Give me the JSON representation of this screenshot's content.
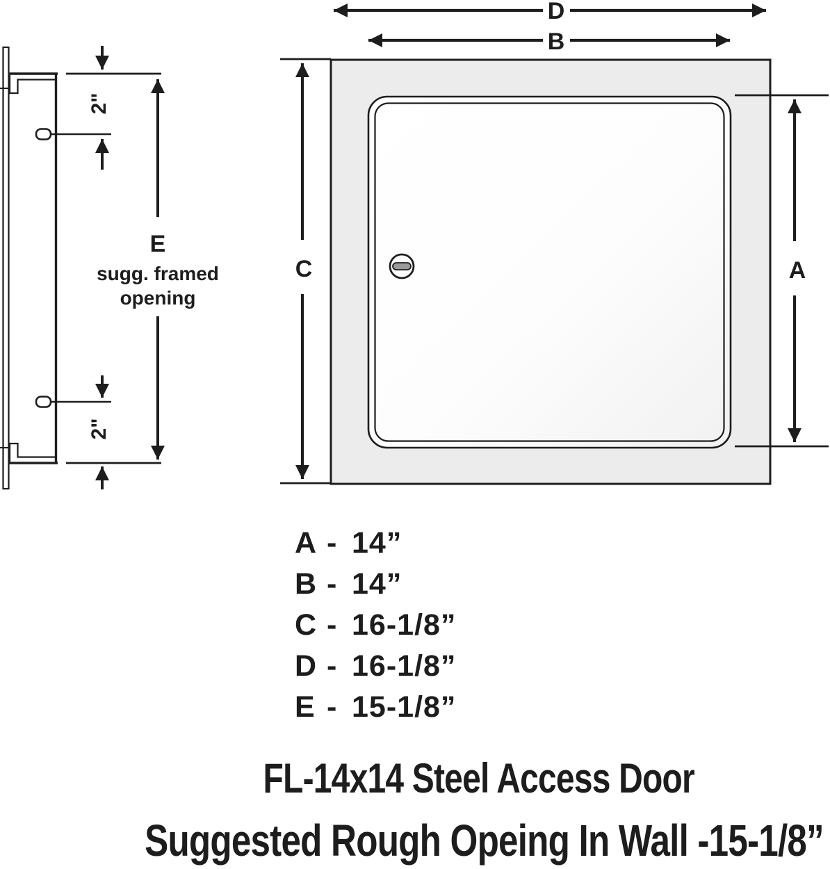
{
  "side_view": {
    "dim_top_label": "2\"",
    "dim_bottom_label": "2\"",
    "dim_e_letter": "E",
    "dim_e_caption_line1": "sugg. framed",
    "dim_e_caption_line2": "opening"
  },
  "front_view": {
    "dim_d": "D",
    "dim_b": "B",
    "dim_c": "C",
    "dim_a": "A"
  },
  "legend": {
    "rows": [
      {
        "letter": "A",
        "dash": "-",
        "value": "14”"
      },
      {
        "letter": "B",
        "dash": "-",
        "value": "14”"
      },
      {
        "letter": "C",
        "dash": "-",
        "value": "16-1/8”"
      },
      {
        "letter": "D",
        "dash": "-",
        "value": "16-1/8”"
      },
      {
        "letter": "E",
        "dash": "-",
        "value": "15-1/8”"
      }
    ]
  },
  "titles": {
    "line1": "FL-14x14  Steel Access Door",
    "line2": "Suggested Rough Opeing In Wall -15-1/8”"
  },
  "colors": {
    "line_color": "#1d1d1d",
    "frame_fill": "#ececec",
    "door_fill": "#fcfcfc",
    "slot_fill": "#9b9b9b"
  }
}
